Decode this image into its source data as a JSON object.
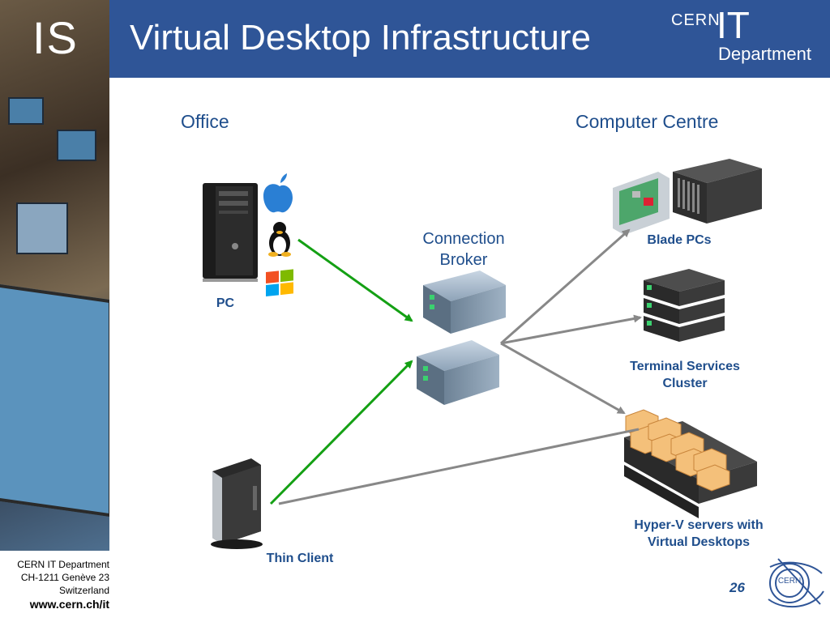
{
  "header": {
    "section_tag": "IS",
    "title": "Virtual Desktop Infrastructure",
    "logo": {
      "cern": "CERN",
      "it": "IT",
      "department": "Department"
    }
  },
  "diagram": {
    "office_heading": "Office",
    "computer_centre_heading": "Computer Centre",
    "broker_label_line1": "Connection",
    "broker_label_line2": "Broker",
    "pc_label": "PC",
    "thin_client_label": "Thin Client",
    "blade_label": "Blade PCs",
    "terminal_label_line1": "Terminal Services",
    "terminal_label_line2": "Cluster",
    "hyperv_label_line1": "Hyper-V servers with",
    "hyperv_label_line2": "Virtual Desktops",
    "colors": {
      "green_arrow": "#14a014",
      "gray_arrow": "#888888",
      "text_blue": "#1f4e8c",
      "header_blue": "#2f5597"
    },
    "os_icons": [
      "apple-icon",
      "linux-tux-icon",
      "windows-icon"
    ]
  },
  "footer": {
    "line1": "CERN IT Department",
    "line2": "CH-1211 Genève 23",
    "line3": "Switzerland",
    "url": "www.cern.ch/it",
    "page_number": "26",
    "seal_text": "CERN"
  }
}
